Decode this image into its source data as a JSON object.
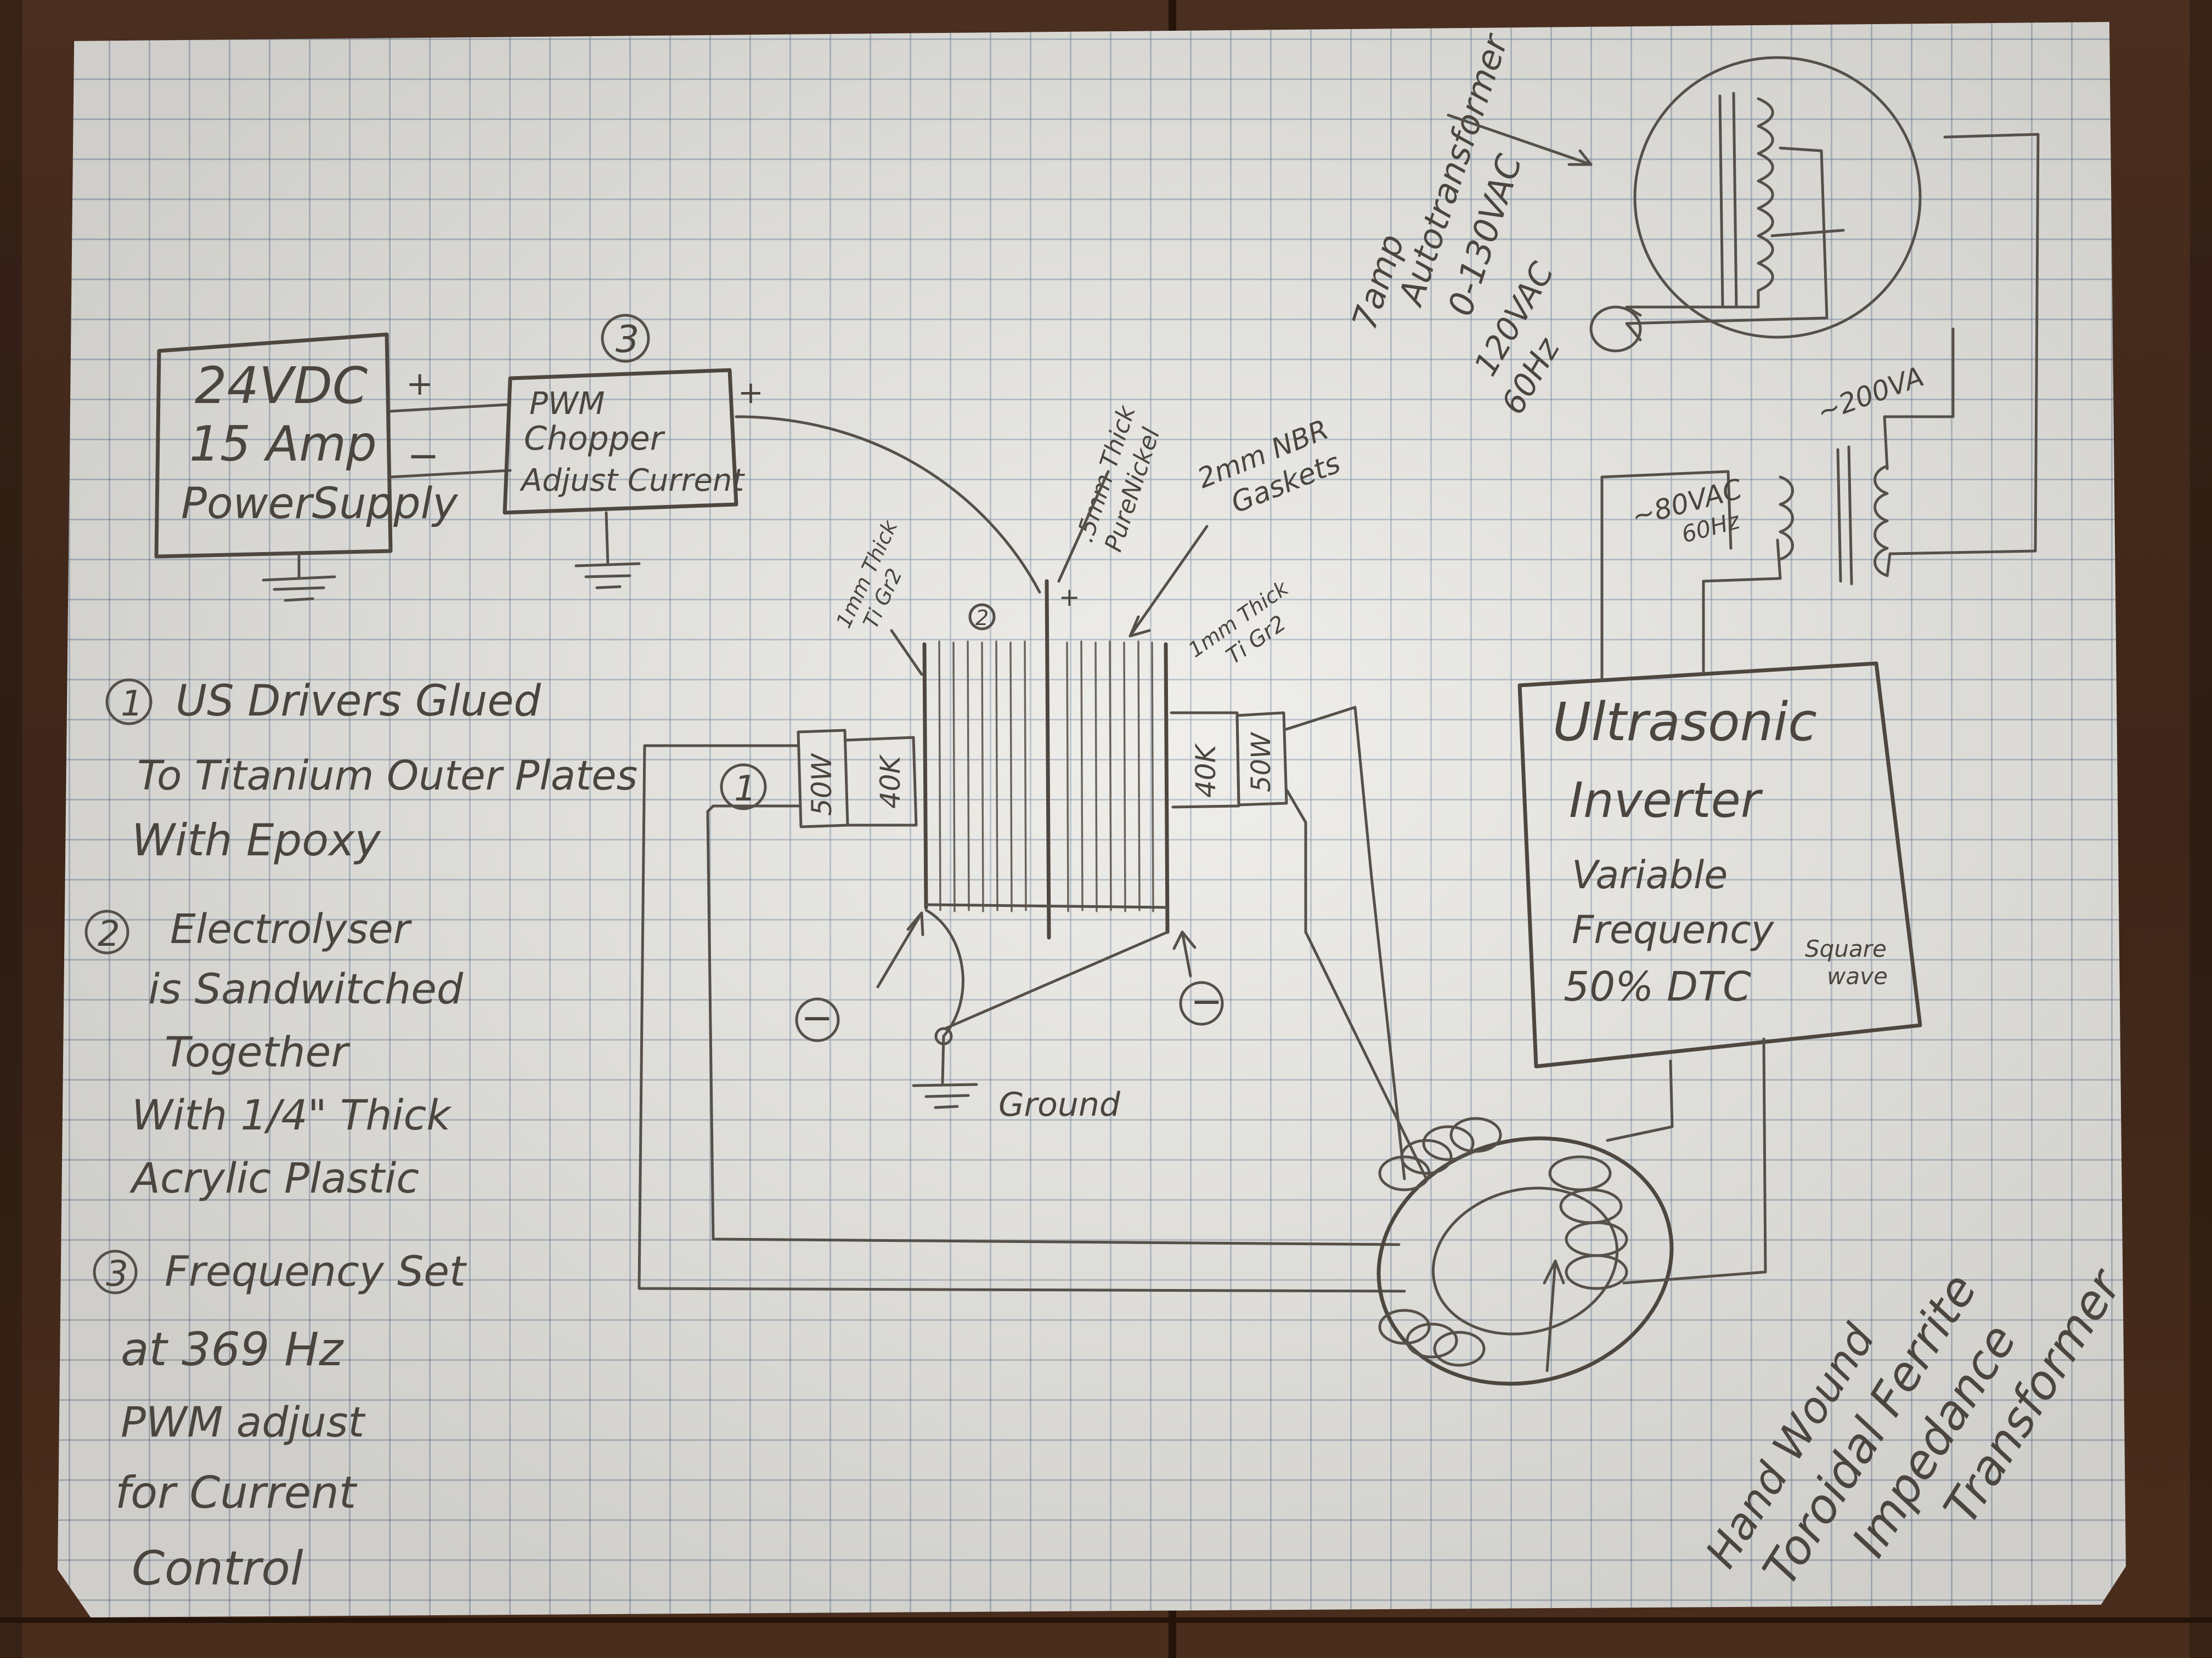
{
  "power_supply": {
    "line1": "24VDC",
    "line2": "15 Amp",
    "line3": "PowerSupply"
  },
  "psu_plus": "+",
  "psu_minus": "−",
  "pwm": {
    "marker": "3",
    "line1": "PWM",
    "line2": "Chopper",
    "line3": "Adjust Current",
    "plus": "+"
  },
  "labels": {
    "pure_nickel": [
      ".5mm Thick",
      "PureNickel"
    ],
    "gaskets": [
      "2mm NBR",
      "Gaskets"
    ],
    "plate_left": [
      "1mm Thick",
      "Ti Gr2"
    ],
    "plate_right": [
      "1mm Thick",
      "Ti Gr2"
    ],
    "plus_center": "+",
    "marker_2": "2",
    "marker_1": "1",
    "driver_left_50w": "50W",
    "driver_left_40k": "40K",
    "driver_right_40k": "40K",
    "driver_right_50w": "50W",
    "minus_left": "−",
    "minus_right": "−",
    "ground": "Ground"
  },
  "notes": [
    {
      "num": "1",
      "lines": [
        "US Drivers Glued",
        "To Titanium Outer Plates",
        "With Epoxy"
      ]
    },
    {
      "num": "2",
      "lines": [
        "Electrolyser",
        "is Sandwitched",
        "Together",
        "With 1/4\" Thick",
        "Acrylic Plastic"
      ]
    },
    {
      "num": "3",
      "lines": [
        "Frequency Set",
        "at 369 Hz",
        "PWM adjust",
        "for Current",
        "Control"
      ]
    }
  ],
  "autotransformer": {
    "line1": "7amp",
    "line2": "Autotransformer",
    "line3": "0-130VAC"
  },
  "mains": {
    "line1": "120VAC",
    "line2": "60Hz"
  },
  "va_label": "~200VA",
  "secondary_label": [
    "~80VAC",
    "60Hz"
  ],
  "inverter": {
    "line1": "Ultrasonic",
    "line2": "Inverter",
    "line3": "Variable",
    "line4": "Frequency",
    "line5": "50% DTC",
    "line5b": [
      "Square",
      "wave"
    ]
  },
  "toroid_label": [
    "Hand Wound",
    "Toroidal Ferrite",
    "Impedance",
    "Transformer"
  ]
}
